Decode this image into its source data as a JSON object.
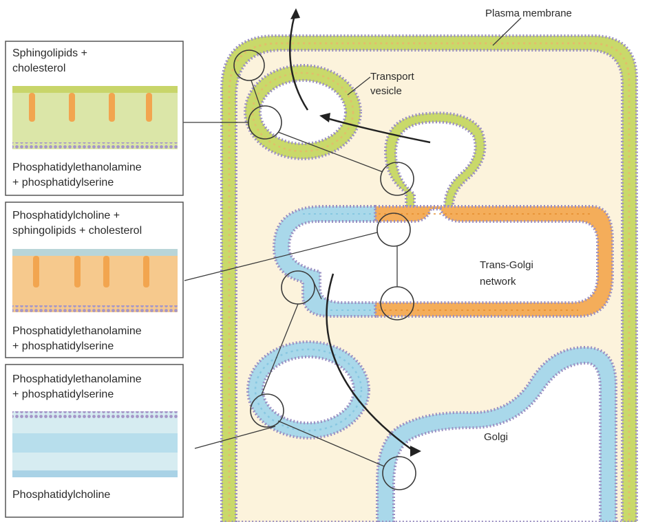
{
  "labels": {
    "plasma_membrane": "Plasma membrane",
    "transport_vesicle_1": "Transport",
    "transport_vesicle_2": "vesicle",
    "trans_golgi_1": "Trans-Golgi",
    "trans_golgi_2": "network",
    "golgi": "Golgi"
  },
  "panels": [
    {
      "top_line1": "Sphingolipids +",
      "top_line2": "cholesterol",
      "bottom_line1": "Phosphatidylethanolamine",
      "bottom_line2": "+ phosphatidylserine"
    },
    {
      "top_line1": "Phosphatidylcholine +",
      "top_line2": "sphingolipids + cholesterol",
      "bottom_line1": "Phosphatidylethanolamine",
      "bottom_line2": "+ phosphatidylserine"
    },
    {
      "top_line1": "Phosphatidylethanolamine",
      "top_line2": "+ phosphatidylserine",
      "bottom_line1": "Phosphatidylcholine",
      "bottom_line2": ""
    }
  ],
  "colors": {
    "membrane_green": "#c9d96a",
    "membrane_orange": "#f4ad5a",
    "membrane_blue": "#a9d8ea",
    "cytoplasm": "#fcf3dc",
    "lumen": "#ffffff",
    "head_purple": "#9d8fc0"
  }
}
